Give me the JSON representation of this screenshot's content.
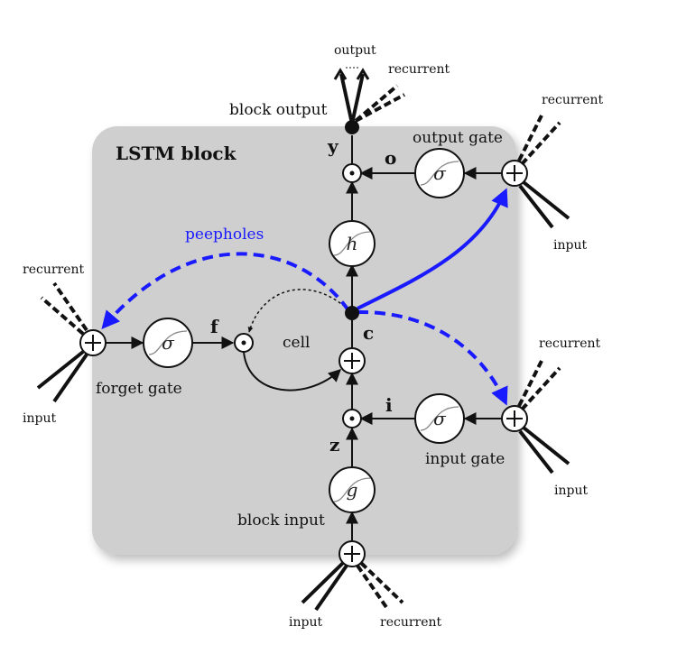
{
  "block_title": "LSTM block",
  "labels": {
    "block_output": "block output",
    "block_input": "block input",
    "output_gate": "output gate",
    "input_gate": "input gate",
    "forget_gate": "forget gate",
    "cell": "cell",
    "peepholes": "peepholes"
  },
  "vars": {
    "y": "y",
    "o": "o",
    "f": "f",
    "c": "c",
    "i": "i",
    "z": "z"
  },
  "functions": {
    "sigma": "σ",
    "h": "h",
    "g": "g"
  },
  "io_labels": {
    "output_top": "output",
    "recurrent_top": "recurrent",
    "recurrent_out_gate": "recurrent",
    "input_out_gate": "input",
    "recurrent_forget": "recurrent",
    "input_forget": "input",
    "recurrent_in_gate": "recurrent",
    "input_in_gate": "input",
    "input_bottom": "input",
    "recurrent_bottom": "recurrent"
  },
  "colors": {
    "block_fill": "#cfcfcf",
    "peephole": "#1a1aff",
    "ink": "#111111"
  },
  "icons": {
    "plus": "plus-icon",
    "product": "dot-product-icon"
  }
}
